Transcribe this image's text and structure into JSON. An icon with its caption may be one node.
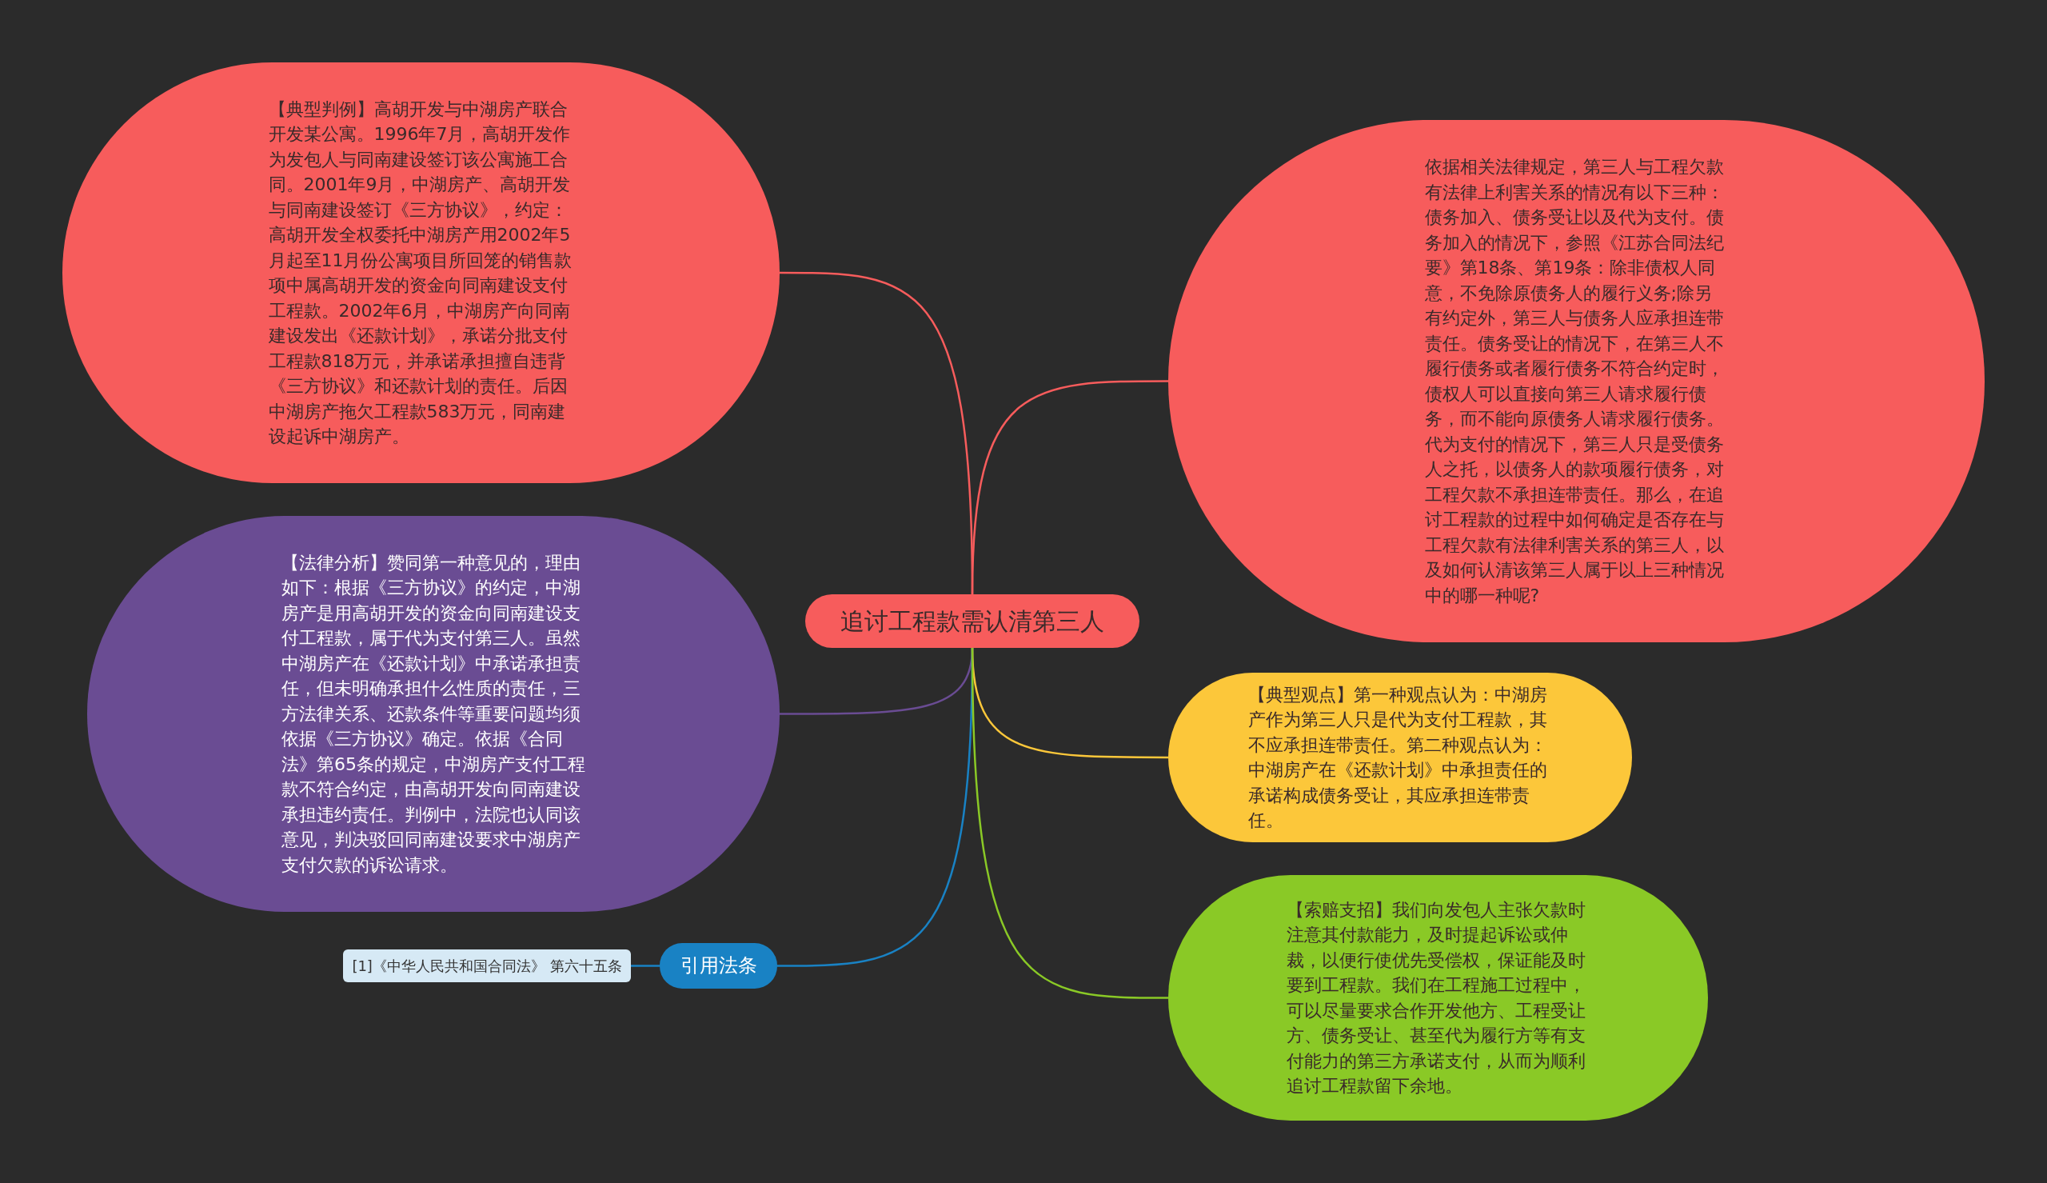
{
  "diagram": {
    "nodes": [
      {
        "text": [
          "追讨工程款需认清第三人"
        ]
      },
      {
        "text": [
          "【典型判例】高胡开发与中湖房产联合开发某公寓。1996年7月，高胡开发作为发包人与同南建设签订该公寓施工合同。2001年9月，中湖房产、高胡开发与同南建设签订《三方协议》，约定：高胡开发全权委托中湖房产用2002年5月起至11月份公寓项目所回笼的销售款项中属高胡开发的资金向同南建设支付工程款。2002年6月，中湖房产向同南建设发出《还款计划》，承诺分批支付工程款818万元，并承诺承担擅自违背《三方协议》和还款计划的责任。后因中湖房产拖欠工程款583万元，同南建设起诉中湖房产。"
        ]
      },
      {
        "text": [
          "【法律分析】赞同第一种意见的，理由如下：根据《三方协议》的约定，中湖房产是用高胡开发的资金向同南建设支付工程款，属于代为支付第三人。虽然中湖房产在《还款计划》中承诺承担责任，但未明确承担什么性质的责任，三方法律关系、还款条件等重要问题均须依据《三方协议》确定。依据《合同法》第65条的规定，中湖房产支付工程款不符合约定，由高胡开发向同南建设承担违约责任。判例中，法院也认同该意见，判决驳回同南建设要求中湖房产支付欠款的诉讼请求。"
        ]
      },
      {
        "text": [
          "引用法条"
        ]
      },
      {
        "text": [
          "[1]《中华人民共和国合同法》 第六十五条"
        ]
      },
      {
        "text": [
          "依据相关法律规定，第三人与工程欠款有法律上利害关系的情况有以下三种：债务加入、债务受让以及代为支付。债务加入的情况下，参照《江苏合同法纪要》第18条、第19条：除非债权人同意，不免除原债务人的履行义务;除另有约定外，第三人与债务人应承担连带责任。债务受让的情况下，在第三人不履行债务或者履行债务不符合约定时，债权人可以直接向第三人请求履行债务，而不能向原债务人请求履行债务。代为支付的情况下，第三人只是受债务人之托，以债务人的款项履行债务，对工程欠款不承担连带责任。那么，在追讨工程款的过程中如何确定是否存在与工程欠款有法律利害关系的第三人，以及如何认清该第三人属于以上三种情况中的哪一种呢?"
        ]
      },
      {
        "text": [
          "【典型观点】第一种观点认为：中湖房产作为第三人只是代为支付工程款，其不应承担连带责任。第二种观点认为：中湖房产在《还款计划》中承担责任的承诺构成债务受让，其应承担连带责任。"
        ]
      },
      {
        "text": [
          "【索赔支招】我们向发包人主张欠款时注意其付款能力，及时提起诉讼或仲裁，以便行使优先受偿权，保证能及时要到工程款。我们在工程施工过程中，可以尽量要求合作开发他方、工程受让方、债务受让、甚至代为履行方等有支付能力的第三方承诺支付，从而为顺利追讨工程款留下余地。"
        ]
      }
    ],
    "edges": [
      {
        "from": 0,
        "to": 1,
        "arrow": "none",
        "color": "#f75c5c"
      },
      {
        "from": 0,
        "to": 2,
        "arrow": "none",
        "color": "#6a4c93"
      },
      {
        "from": 0,
        "to": 3,
        "arrow": "none",
        "color": "#1982c4"
      },
      {
        "from": 3,
        "to": 4,
        "arrow": "none",
        "color": "#1982c4"
      },
      {
        "from": 0,
        "to": 5,
        "arrow": "none",
        "color": "#f75c5c"
      },
      {
        "from": 0,
        "to": 6,
        "arrow": "none",
        "color": "#fcc73a"
      },
      {
        "from": 0,
        "to": 7,
        "arrow": "none",
        "color": "#8ac926"
      }
    ]
  }
}
